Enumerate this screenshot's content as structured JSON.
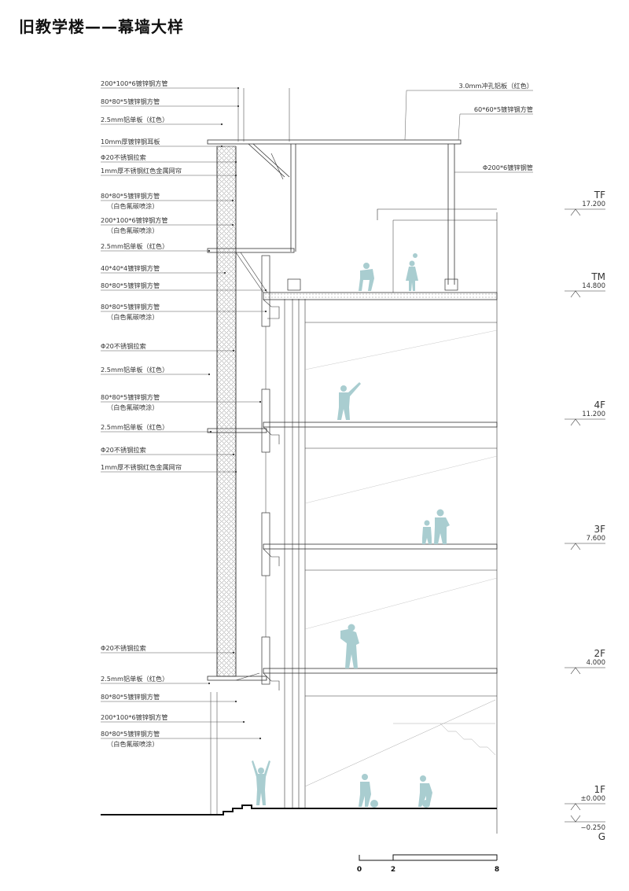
{
  "title": "旧教学楼——幕墙大样",
  "colors": {
    "line": "#333333",
    "figure": "#a9cdd0",
    "mesh": "#8a8a8a",
    "ground": "#111111"
  },
  "left_labels": [
    "200*100*6镀锌钢方管",
    "80*80*5镀锌钢方管",
    "2.5mm铝单板（红色）",
    "10mm厚镀锌钢耳板",
    "Φ20不锈钢拉索",
    "1mm厚不锈钢红色金属网帘",
    "80*80*5镀锌钢方管",
    "（白色氟碳喷涂）",
    "200*100*6镀锌钢方管",
    "（白色氟碳喷涂）",
    "2.5mm铝单板（红色）",
    "40*40*4镀锌钢方管",
    "80*80*5镀锌钢方管",
    "80*80*5镀锌钢方管",
    "（白色氟碳喷涂）",
    "Φ20不锈钢拉索",
    "2.5mm铝单板（红色）",
    "80*80*5镀锌钢方管",
    "（白色氟碳喷涂）",
    "2.5mm铝单板（红色）",
    "Φ20不锈钢拉索",
    "1mm厚不锈钢红色金属网帘",
    "Φ20不锈钢拉索",
    "2.5mm铝单板（红色）",
    "80*80*5镀锌钢方管",
    "200*100*6镀锌钢方管",
    "80*80*5镀锌钢方管",
    "（白色氟碳喷涂）"
  ],
  "right_labels": [
    "3.0mm冲孔铝板（红色）",
    "60*60*5镀锌钢方管",
    "Φ200*6镀锌钢管"
  ],
  "levels": [
    {
      "name": "TF",
      "elev": "17.200"
    },
    {
      "name": "TM",
      "elev": "14.800"
    },
    {
      "name": "4F",
      "elev": "11.200"
    },
    {
      "name": "3F",
      "elev": "7.600"
    },
    {
      "name": "2F",
      "elev": "4.000"
    },
    {
      "name": "1F",
      "elev": "±0.000"
    },
    {
      "name": "G",
      "elev": "−0.250"
    }
  ],
  "scale_bar": {
    "ticks": [
      "0",
      "2",
      "8"
    ]
  }
}
